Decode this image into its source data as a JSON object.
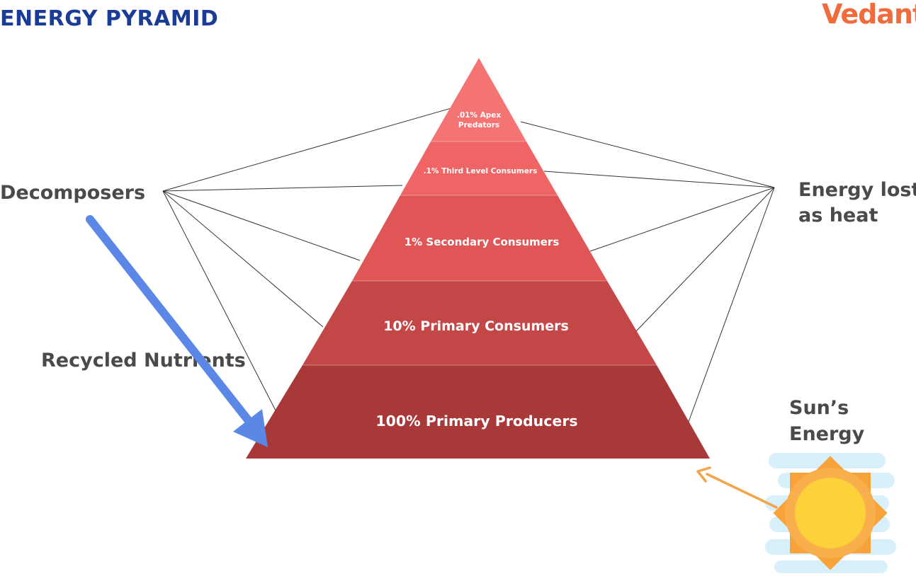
{
  "title": "ENERGY PYRAMID",
  "logo": "Vedantu",
  "colors": {
    "title": "#1a3b96",
    "logo": "#f26b3a",
    "text": "#4a4a4a",
    "nutrient_arrow": "#5b87e6",
    "sun_arrow": "#f5a44a",
    "sun_core": "#fdd13a",
    "sun_rays": "#f7a33a",
    "cloud": "#d8f0fb",
    "level_1": "#f47373",
    "level_2": "#ef6464",
    "level_3": "#e05555",
    "level_4": "#c44747",
    "level_5": "#a93838"
  },
  "levels": [
    {
      "label_line1": ".01% Apex",
      "label_line2": "Predators"
    },
    {
      "label": ".1% Third Level Consumers"
    },
    {
      "label": "1% Secondary Consumers"
    },
    {
      "label": "10% Primary Consumers"
    },
    {
      "label": "100% Primary Producers"
    }
  ],
  "labels": {
    "decomposers": "Decomposers",
    "recycled_nutrients": "Recycled Nutrients",
    "energy_lost_line1": "Energy lost",
    "energy_lost_line2": "as heat",
    "sun_line1": "Sun’s",
    "sun_line2": "Energy"
  },
  "icons": [
    "arrow-icon",
    "sun-icon"
  ]
}
